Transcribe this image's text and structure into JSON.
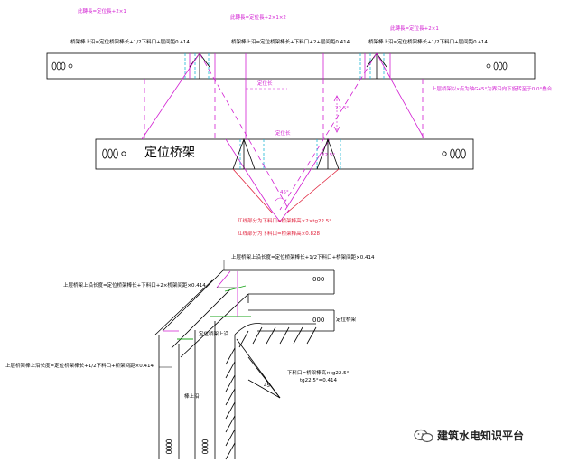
{
  "top": {
    "notes": [
      "此轉長=定位長+2×1",
      "此轉長=定位長+2×1×2",
      "此轉長=定位長+2×1"
    ],
    "formula_left": "桥架棒上沿=定位桥架棒长+1/2下料口+层间距0.414",
    "formula_mid": "桥架棒上沿=定位桥架棒长+下料口+2+层间距0.414",
    "formula_right": "桥架棒上沿=定位桥架棒长+1/2下料口+层间距0.414",
    "side_note": "上层桥架以x点为轴G45°为界沿向下旋转至于0.0°叠合",
    "mid_label": "定位长",
    "center_label": "定位长",
    "angle_a": "22.5°",
    "angle_b": "22.5°",
    "angle_c": "45°",
    "main_label": "定位桥架",
    "red_line1": "红线部分为下料口=桥架棒高×2×tg22.5°",
    "red_line2": "红线部分为下料口=桥架棒高×0.828",
    "left_marks": "000",
    "right_marks": "000"
  },
  "bottom": {
    "top_formula": "上层桥架上沿长度=定位桥架棒长+1/2下料口+桥架间距×0.414",
    "left_formula": "上层桥架上沿长度=定位桥架棒长+下料口+2×桥架间距×0.414",
    "bottom_formula": "上层桥架棒上沿长度=定位桥架棒长+1/2下料口+桥架间距×0.414",
    "mark1": "000",
    "mark2": "000",
    "pos_label": "定位桥架",
    "upper_edge": "定位桥架上沿",
    "stub_label": "棒上沿",
    "angle": "45",
    "cut_formula1": "下料口=桥架棒高×tg22.5°",
    "cut_formula2": "tg22.5°=0.414"
  },
  "watermark": {
    "text": "建筑水电知识平台"
  },
  "colors": {
    "magenta": "#d21fd2",
    "red": "#e0203a",
    "cyan": "#1fb6d6",
    "green": "#1aa51a"
  }
}
